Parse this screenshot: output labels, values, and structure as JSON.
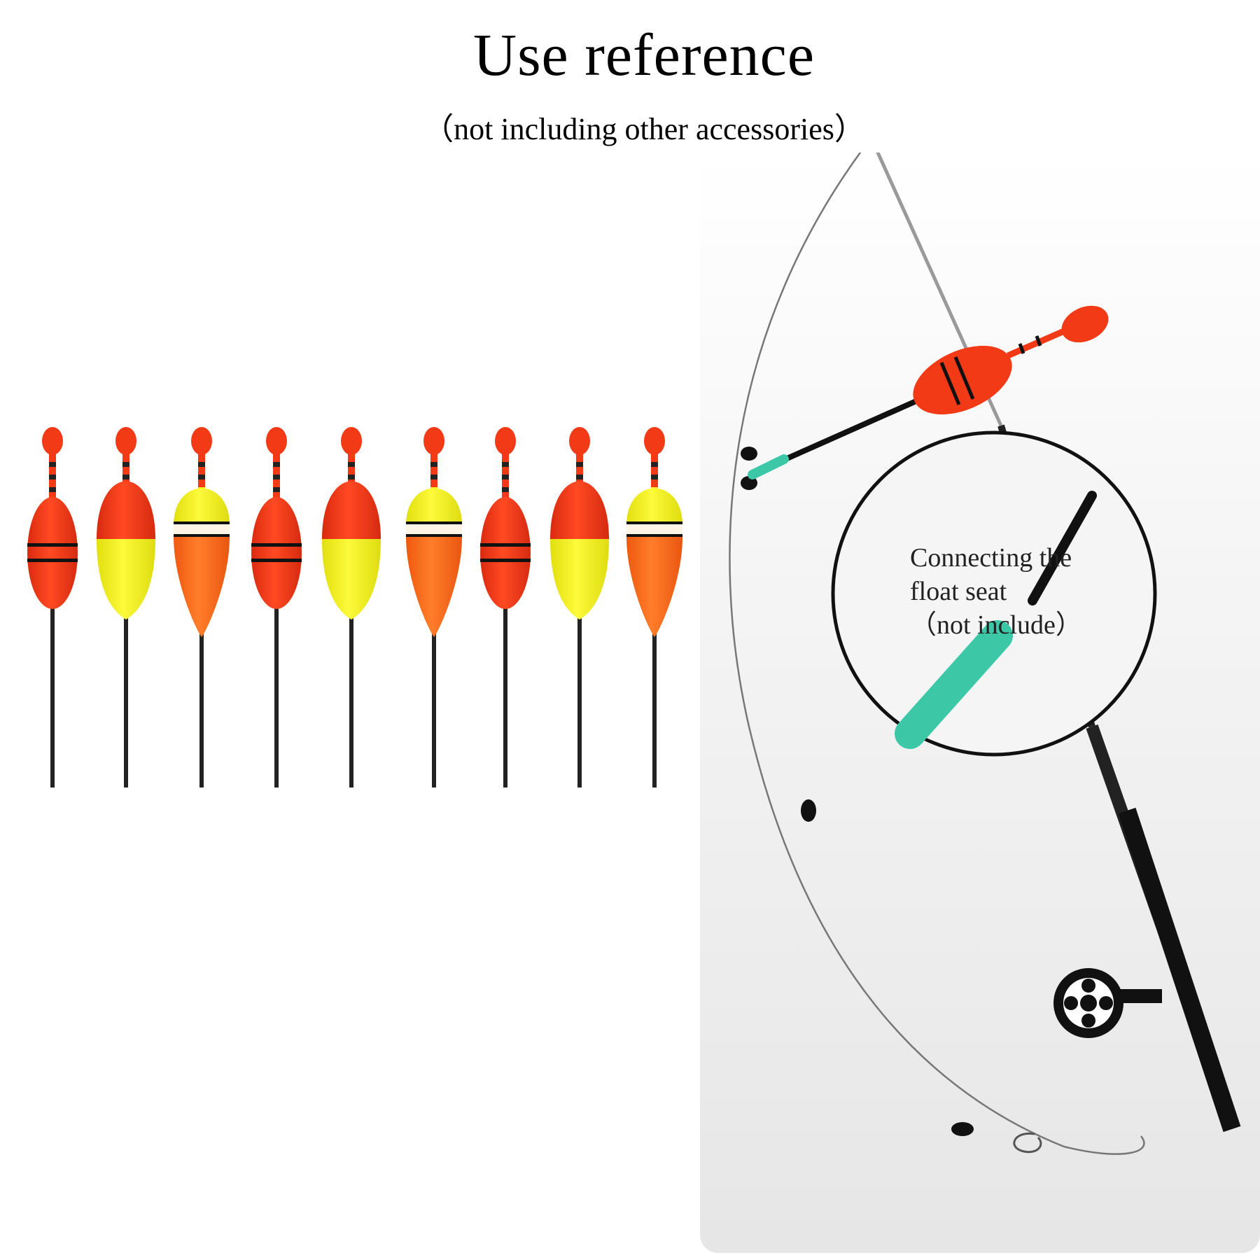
{
  "header": {
    "title": "Use reference",
    "subtitle": "（not including other accessories）"
  },
  "floats": [
    {
      "style": "red-slim"
    },
    {
      "style": "red-yellow"
    },
    {
      "style": "yellow-orange"
    },
    {
      "style": "red-slim"
    },
    {
      "style": "red-yellow"
    },
    {
      "style": "yellow-orange"
    },
    {
      "style": "red-slim"
    },
    {
      "style": "red-yellow"
    },
    {
      "style": "yellow-orange"
    }
  ],
  "callout": {
    "line1": "Connecting the",
    "line2": "float seat",
    "line3": "（not include）"
  },
  "colors": {
    "red": "#f23a17",
    "yellow": "#f2f01e",
    "orange": "#ff6a1a",
    "stem": "#222222",
    "seat": "#3cc7a6"
  }
}
